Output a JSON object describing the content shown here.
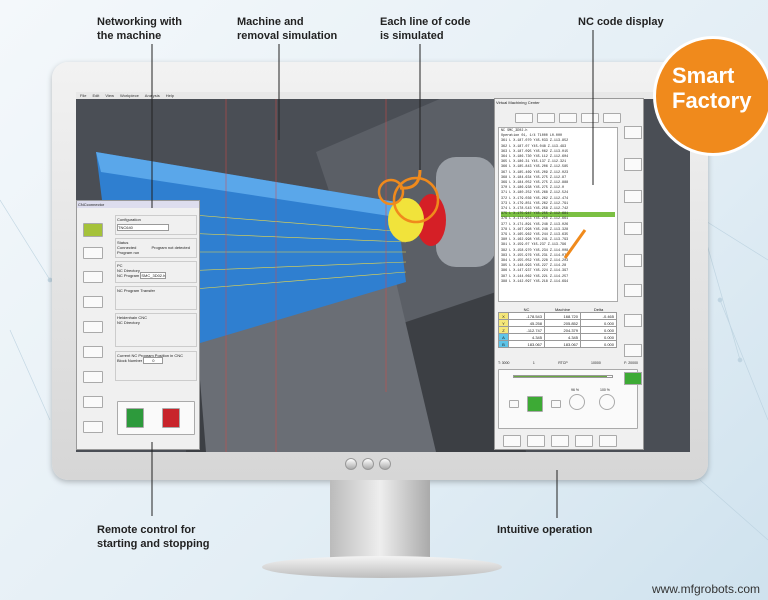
{
  "callouts": {
    "networking": "Networking with the machine",
    "simulation": "Machine and removal simulation",
    "line": "Each line of code is simulated",
    "nc_display": "NC code display",
    "remote": "Remote control for starting and stopping",
    "intuitive": "Intuitive operation"
  },
  "badge": {
    "line1": "Smart",
    "line2": "Factory",
    "color": "#f08a1c"
  },
  "watermark": "www.mfgrobots.com",
  "menu": [
    "File",
    "Edit",
    "View",
    "Workpiece",
    "Analysis",
    "Help"
  ],
  "connector": {
    "title": "CNCconnector",
    "configuration": "Configuration",
    "machine": "TNC640",
    "status": "Status",
    "connected": "Connected",
    "program_state": "Program not detected",
    "program_run": "Program run",
    "pc": "PC",
    "nc_directory": "NC Directory",
    "nc_program": "NC Program",
    "nc_program_value": "SMC_3D02.h",
    "transfer": "NC Program Transfer",
    "heidenhain": "Heidenhain CNC",
    "position": "Current NC Program Position in CNC",
    "block_number": "Block Number",
    "block_value": "0"
  },
  "vm": {
    "title": "Virtual Machining Center",
    "header1": "NC SMC_3D02.h",
    "header2": "Operation 01, 1/4 T1000 L0.000",
    "lines": [
      "361 L X-187.070 Y45.033 Z-113.852",
      "362 L X-187.07 Y45.048 Z-113.493",
      "363 L X-187.095 Y45.062 Z-113.015",
      "364 L X-186.730 Y45.112 Z-112.604",
      "365 L X-186.31 Y45.137 Z-112.321",
      "366 L X-185.843 Y45.206 Z-112.585",
      "367 L X-185.469 Y45.209 Z-112.023",
      "368 L X-184.634 Y45.275 Z-112.87",
      "369 L X-184.052 Y45.275 Z-112.888",
      "370 L X-186.938 Y45.275 Z-112.0",
      "371 L X-180.252 Y45.268 Z-112.524",
      "372 L X-179.036 Y45.262 Z-112.474",
      "373 L X-179.851 Y45.262 Z-112.791",
      "374 L X-178.543 Y45.258 Z-112.742",
      "375 L X-175.947 Y45.255 Z-112.681",
      "376 L X-173.953 Y45.250 Z-112.661",
      "377 L X-171.891 Y45.248 Z-113.026",
      "378 L X-167.998 Y45.248 Z-113.328",
      "379 L X-165.962 Y45.244 Z-113.635",
      "380 L X-162.998 Y45.241 Z-113.793",
      "381 L X-159.07 Y45.237 Z-113.796",
      "382 L X-158.970 Y45.234 Z-114.008",
      "383 L X-155.976 Y45.231 Z-114.076",
      "384 L X-155.052 Y45.228 Z-114.203",
      "385 L X-148.993 Y45.227 Z-114.28",
      "386 L X-147.937 Y45.224 Z-114.397",
      "387 L X-144.062 Y45.221 Z-114.257",
      "388 L X-142.097 Y45.218 Z-114.694"
    ],
    "highlight": 14,
    "columns": [
      "",
      "NC",
      "Machine",
      "Delta"
    ],
    "rows": [
      {
        "axis": "X",
        "nc": "-178.543",
        "machine": "168.720",
        "delta": "-0.465"
      },
      {
        "axis": "Y",
        "nc": "45.258",
        "machine": "205.852",
        "delta": "0.000"
      },
      {
        "axis": "Z",
        "nc": "-112.747",
        "machine": "204.379",
        "delta": "0.000"
      },
      {
        "axis": "A",
        "nc": "4.345",
        "machine": "4.345",
        "delta": "0.000"
      },
      {
        "axis": "B",
        "nc": "183.067",
        "machine": "183.067",
        "delta": "0.000"
      }
    ],
    "status": {
      "t": "T: 3000",
      "tool": "1",
      "rtcp": "RTCP",
      "speed": "10000",
      "feed": "F: 20000"
    },
    "dial1": "96 %",
    "dial2": "100 %",
    "progress": 0.95,
    "play_color": "#3daa35"
  }
}
